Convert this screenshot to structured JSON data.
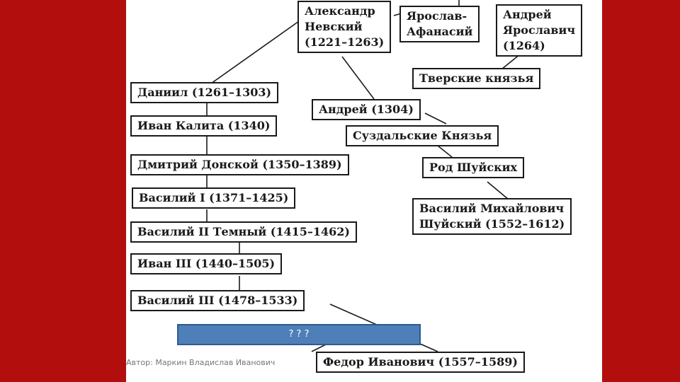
{
  "nodes": {
    "alexander": [
      "Александр",
      "Невский",
      "(1221–1263)"
    ],
    "yaroslav": [
      "Ярослав-",
      "Афанасий"
    ],
    "andrey_yar": [
      "Андрей",
      "Ярославич",
      "(1264)"
    ],
    "tver": "Тверские князья",
    "daniil": "Даниил (1261–1303)",
    "andrey": "Андрей (1304)",
    "ivan_kalita": "Иван Калита (1340)",
    "suzdal": "Суздальские Князья",
    "dmitry": "Дмитрий Донской (1350–1389)",
    "shuisky_clan": "Род Шуйских",
    "vasily1": "Василий I (1371–1425)",
    "vasily_shuisky": [
      "Василий Михайлович",
      "Шуйский (1552–1612)"
    ],
    "vasily2": "Василий II Темный (1415–1462)",
    "ivan3": "Иван III (1440–1505)",
    "vasily3": "Василий III (1478–1533)",
    "fedor": "Федор Иванович (1557–1589)"
  },
  "hidden_label": "? ? ?",
  "footer": "Автор: Маркин Владислав Иванович",
  "colors": {
    "frame": "#b30e0e",
    "hidden_fill": "#4f7fb8",
    "line": "#1a1a1a"
  }
}
